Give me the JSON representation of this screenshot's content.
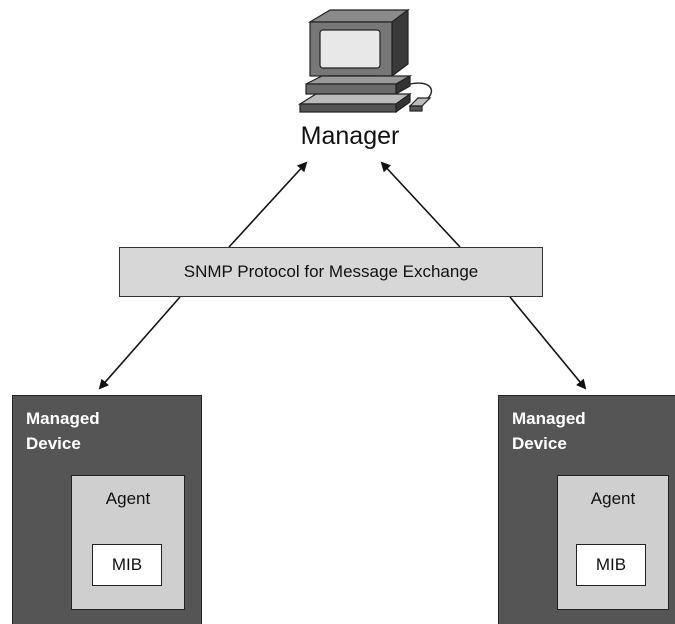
{
  "manager": {
    "icon": "computer-workstation-icon",
    "label": "Manager"
  },
  "protocol": {
    "label": "SNMP Protocol for Message Exchange"
  },
  "devices": [
    {
      "label": "Managed\nDevice",
      "agent_label": "Agent",
      "mib_label": "MIB"
    },
    {
      "label": "Managed\nDevice",
      "agent_label": "Agent",
      "mib_label": "MIB"
    }
  ],
  "colors": {
    "device_fill": "#555555",
    "agent_fill": "#cfcfcf",
    "protocol_fill": "#d7d7d7",
    "line": "#111111"
  }
}
